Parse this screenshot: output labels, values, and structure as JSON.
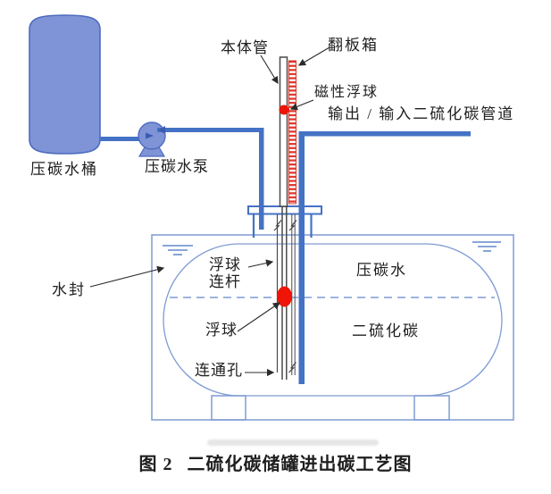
{
  "figure": {
    "caption_prefix": "图 2",
    "caption_title": "二硫化碳储罐进出碳工艺图",
    "labels": {
      "body_pipe": "本体管",
      "flap_box": "翻板箱",
      "magnetic_float_ball": "磁性浮球",
      "cs2_pipeline": "输出 / 输入二硫化碳管道",
      "pressurized_water_bucket": "压碳水桶",
      "pressurized_water_pump": "压碳水泵",
      "water_seal": "水封",
      "float_rod_line1": "浮球",
      "float_rod_line2": "连杆",
      "pressurized_water": "压碳水",
      "float_ball": "浮球",
      "carbon_disulfide": "二硫化碳",
      "connecting_hole": "连通孔"
    },
    "colors": {
      "pipe_blue": "#4472c4",
      "vessel_fill": "#7e94d6",
      "vessel_border": "#4f6bbf",
      "tank_outline": "#7f9cd4",
      "flap_stripe_red": "#e23b2e",
      "indicator_red": "#ee1507",
      "pipe_gray": "#4a4a4a",
      "leader_line": "#2b2b2b",
      "text": "#1f1f1f"
    }
  }
}
